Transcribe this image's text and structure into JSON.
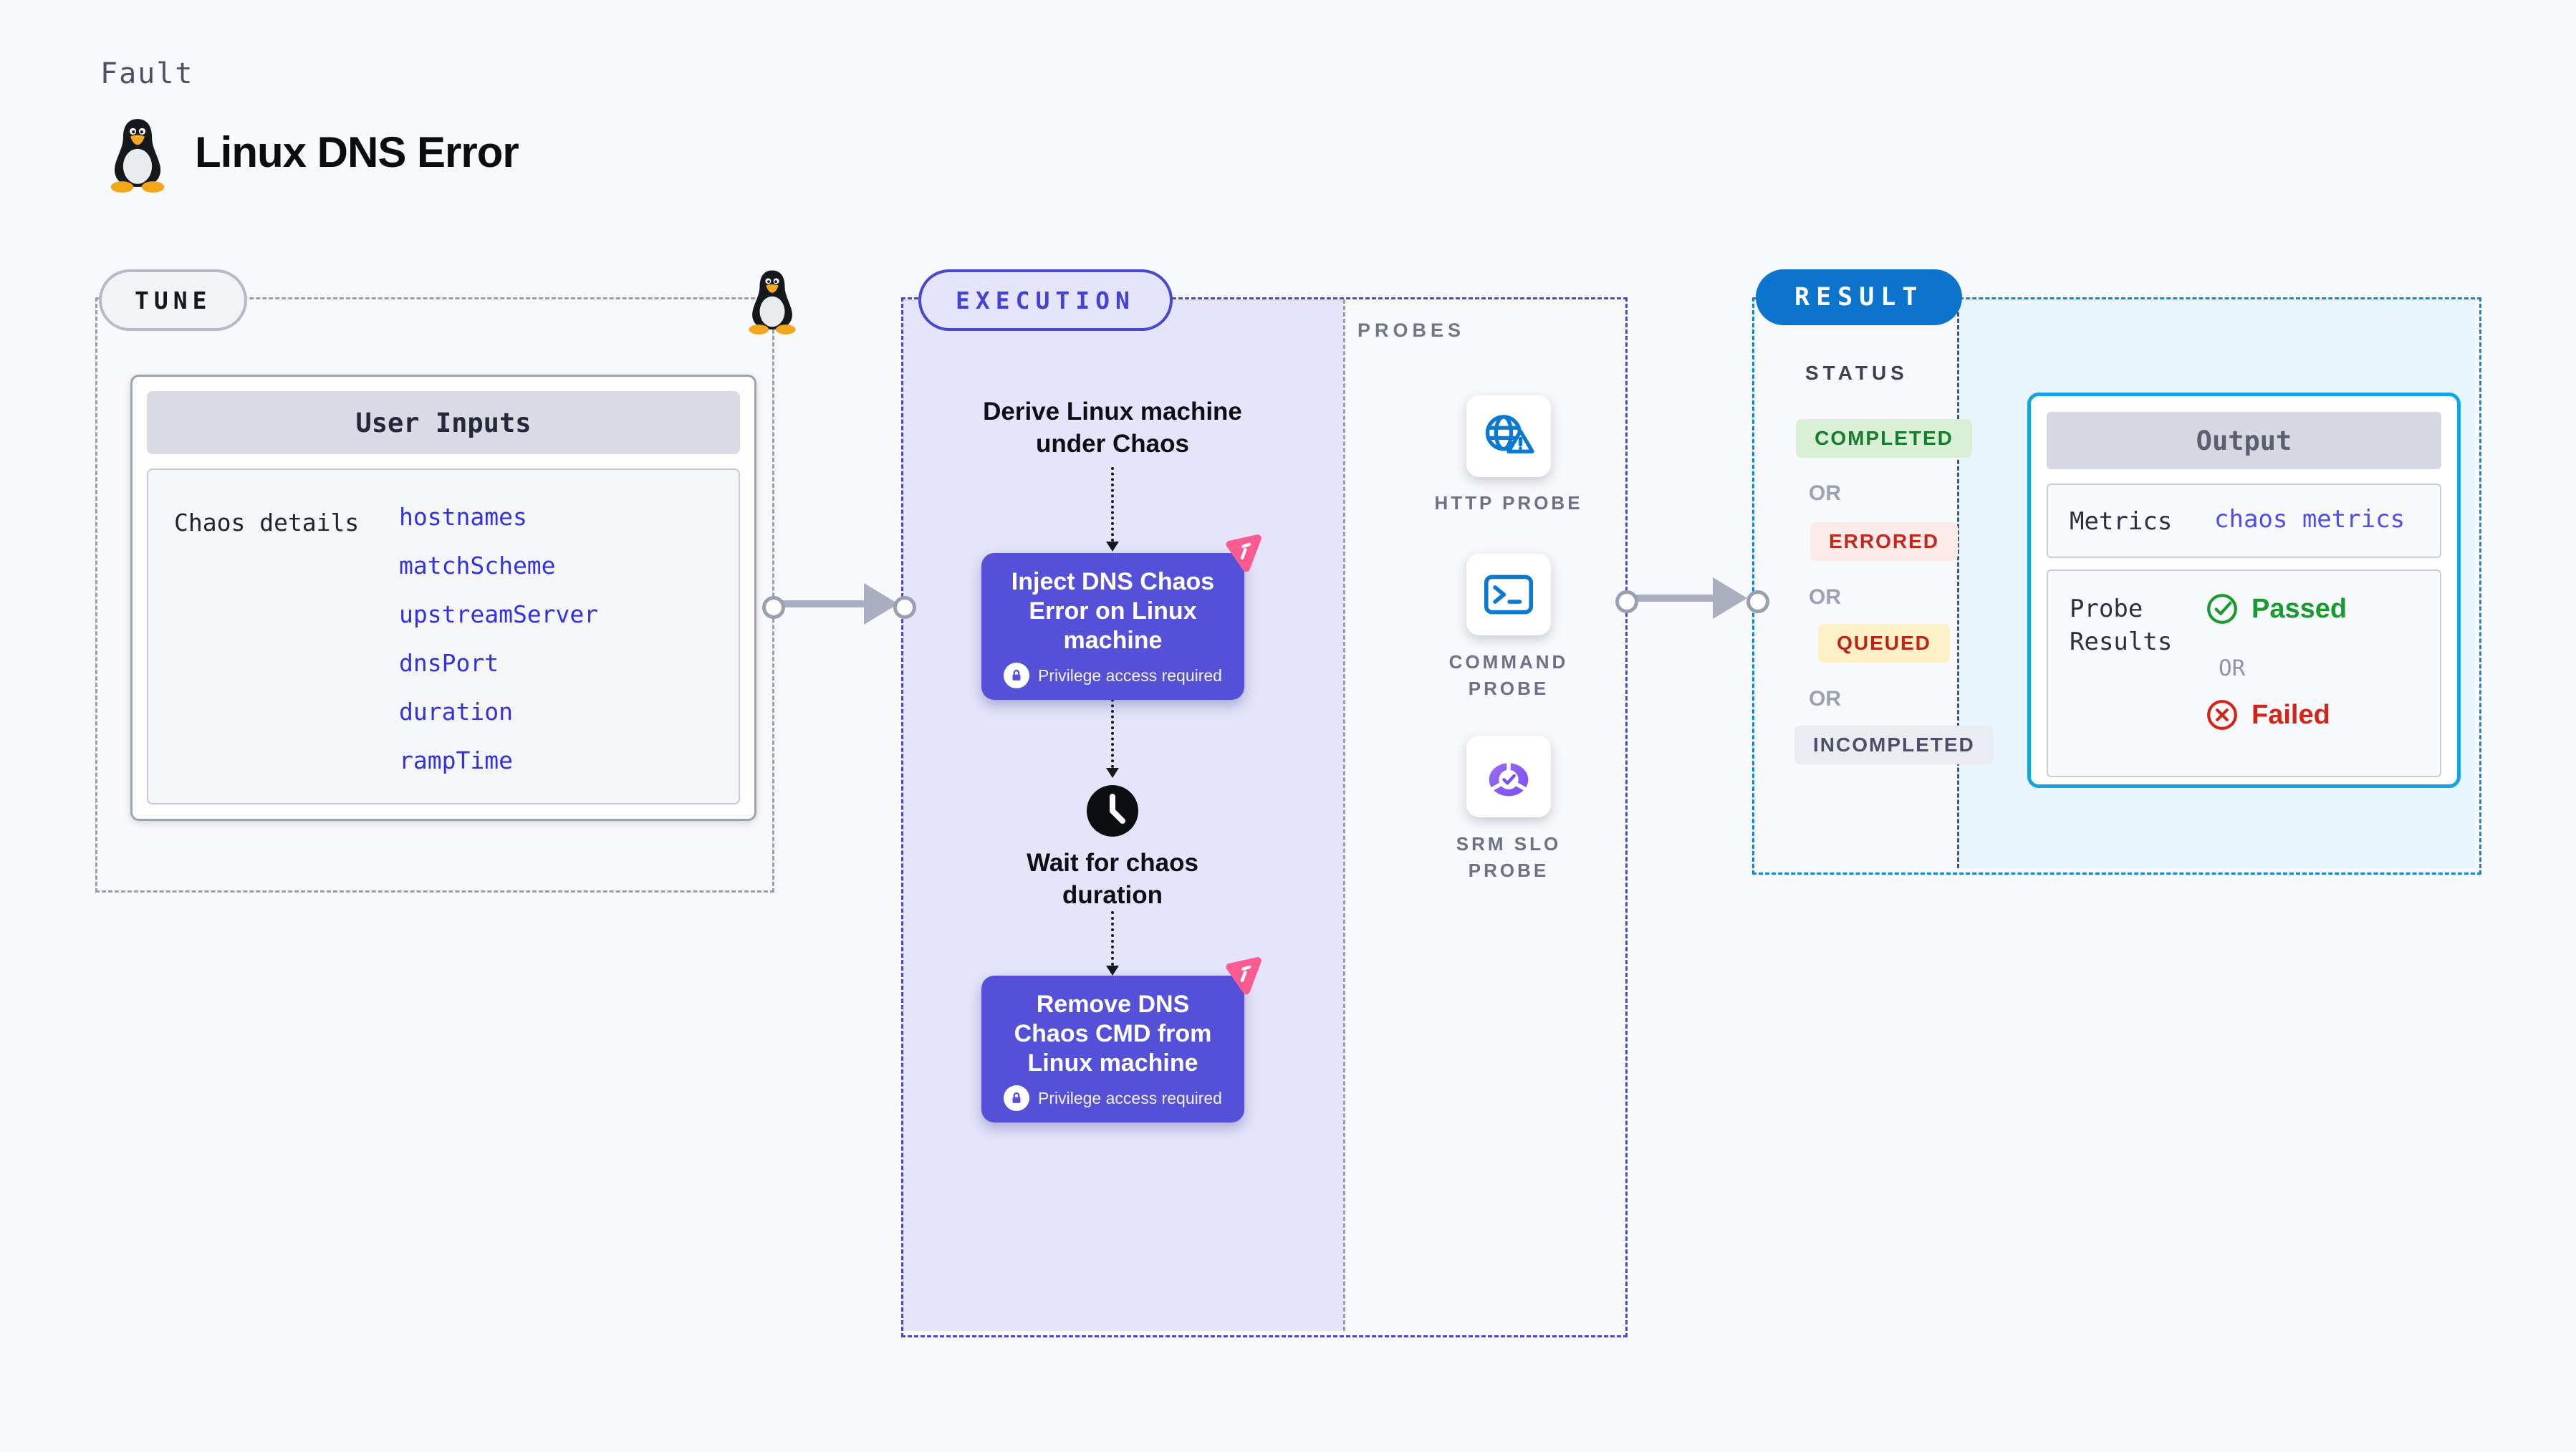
{
  "header": {
    "kicker": "Fault",
    "title": "Linux DNS Error"
  },
  "tune": {
    "badge": "TUNE",
    "card_title": "User Inputs",
    "row_label": "Chaos details",
    "params": [
      "hostnames",
      "matchScheme",
      "upstreamServer",
      "dnsPort",
      "duration",
      "rampTime"
    ]
  },
  "execution": {
    "badge": "EXECUTION",
    "derive_text": "Derive Linux machine under Chaos",
    "inject_text": "Inject DNS Chaos Error on Linux machine",
    "wait_text": "Wait for chaos duration",
    "remove_text": "Remove DNS Chaos CMD from Linux machine",
    "privilege_note": "Privilege access required"
  },
  "probes": {
    "label": "PROBES",
    "items": [
      {
        "label": "HTTP PROBE",
        "icon": "globe-warning-icon"
      },
      {
        "label": "COMMAND PROBE",
        "icon": "terminal-icon"
      },
      {
        "label": "SRM SLO PROBE",
        "icon": "slo-donut-icon"
      }
    ]
  },
  "result": {
    "badge": "RESULT",
    "status_label": "STATUS",
    "or_label": "OR",
    "statuses": [
      {
        "label": "COMPLETED",
        "bg": "#d9f0d6",
        "color": "#177d2c"
      },
      {
        "label": "ERRORED",
        "bg": "#fceae8",
        "color": "#c02a1d"
      },
      {
        "label": "QUEUED",
        "bg": "#fdf0c6",
        "color": "#bb2418"
      },
      {
        "label": "INCOMPLETED",
        "bg": "#eaecf2",
        "color": "#4a5166"
      }
    ],
    "output": {
      "title": "Output",
      "metrics_label": "Metrics",
      "metrics_value": "chaos metrics",
      "probe_results_label": "Probe Results",
      "passed": "Passed",
      "or_label": "OR",
      "failed": "Failed"
    }
  },
  "colors": {
    "page_bg": "#f8f9fc",
    "execution_accent": "#4946d0",
    "execution_fill": "#e5e4fa",
    "node_purple": "#5451d8",
    "chaos_pink": "#fb5b90",
    "result_accent": "#1285d6",
    "result_badge_bg": "#0c74cc",
    "result_fill": "#e8f5fc",
    "output_border": "#14a4e4",
    "probe_icon_blue": "#0b79d0",
    "slo_purple": "#7a4ef0",
    "param_blue": "#3232e0",
    "passed_green": "#189a2e",
    "failed_red": "#d32517"
  }
}
